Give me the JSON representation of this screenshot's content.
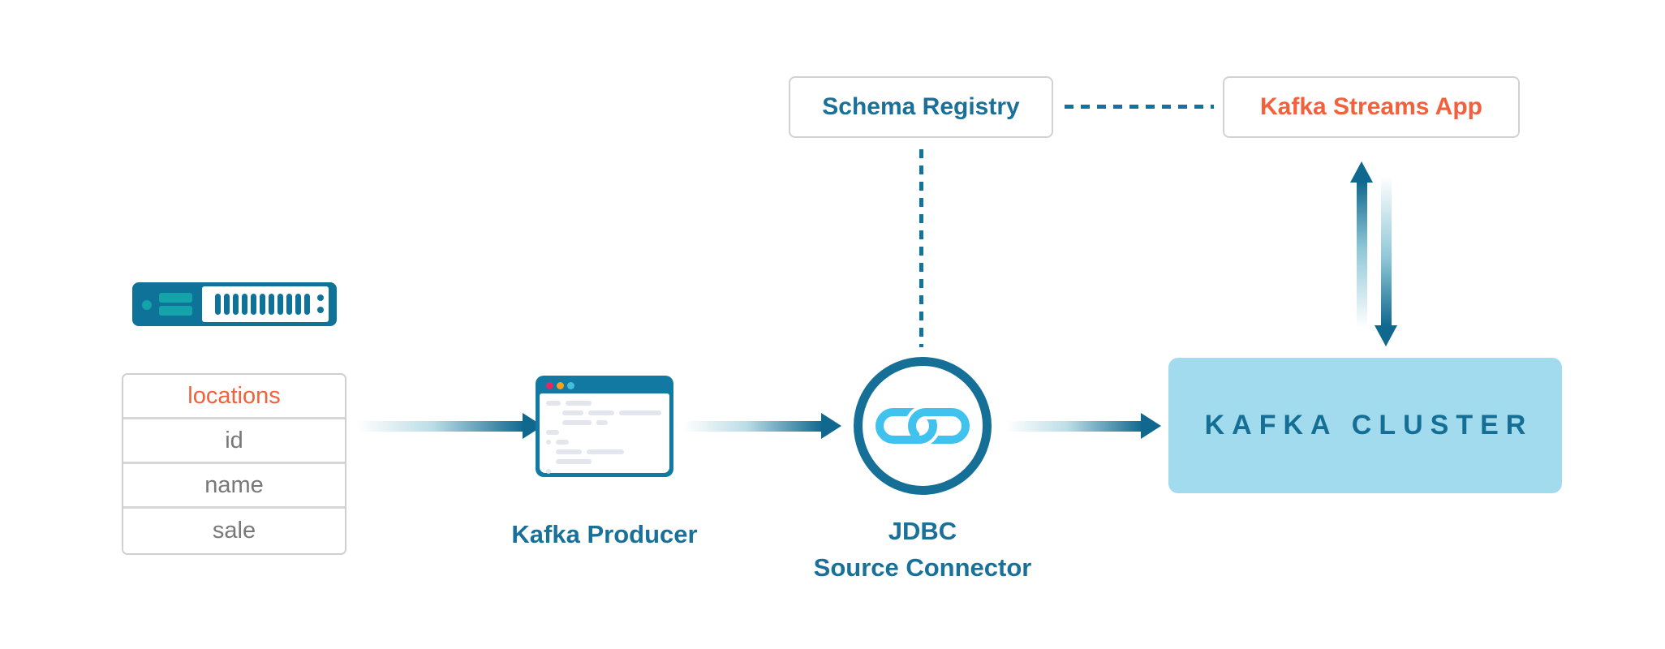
{
  "diagram": {
    "source_table": {
      "header": "locations",
      "rows": [
        "id",
        "name",
        "sale"
      ]
    },
    "nodes": {
      "kafka_producer_label": "Kafka Producer",
      "jdbc_label_line1": "JDBC",
      "jdbc_label_line2": "Source Connector",
      "kafka_cluster_label": "KAFKA CLUSTER",
      "schema_registry_label": "Schema Registry",
      "kafka_streams_app_label": "Kafka Streams App"
    },
    "icons": {
      "database_server_icon": "horizontal server/rack unit shape",
      "code_window_icon": "browser window with code lines",
      "link_icon": "interlocked chain links",
      "arrow_right_icon": "gradient arrow pointing right",
      "arrow_up_icon": "gradient arrow pointing up",
      "arrow_down_icon": "gradient arrow pointing down"
    },
    "colors": {
      "primary_blue": "#10688f",
      "label_blue": "#19719a",
      "icon_blue": "#0f7298",
      "cluster_fill_light_blue": "#a3dbee",
      "accent_orange": "#f2613c",
      "teal": "#13a3a8",
      "link_light_blue": "#3fc2ee",
      "gray_text": "#787878",
      "border_gray": "#d2d2d2",
      "window_dot_pink": "#e62565",
      "window_dot_orange": "#f7a01b",
      "window_dot_blue": "#45bedc"
    }
  }
}
